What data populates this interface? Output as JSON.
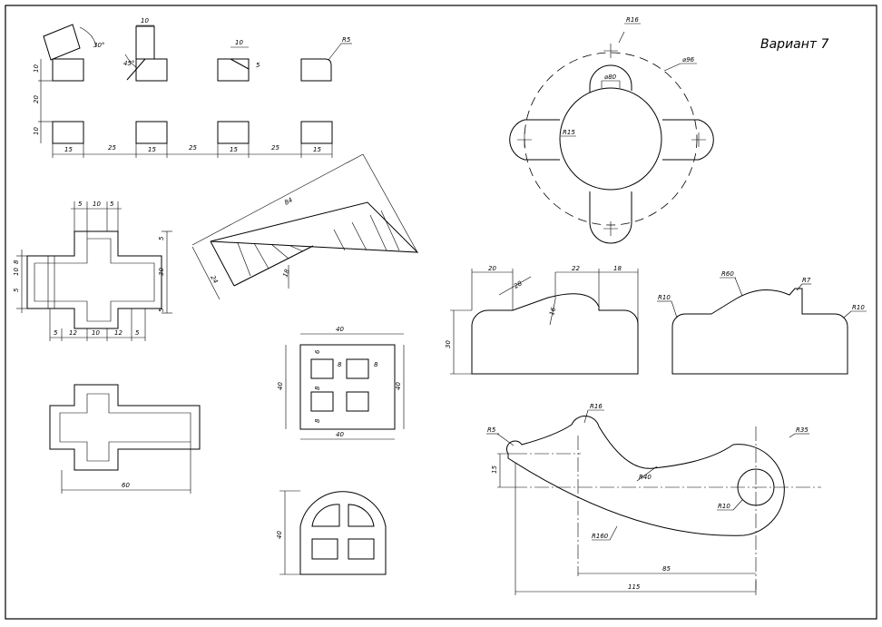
{
  "title": "Вариант 7",
  "colors": {
    "ink": "#000000",
    "paper": "#ffffff"
  },
  "fig1": {
    "d_10": "10",
    "d_30deg": "30°",
    "d_45deg": "45°",
    "d_10b": "10",
    "d_5": "5",
    "d_r5": "R5",
    "d_10v": "10",
    "d_20v": "20",
    "d_10v2": "10",
    "d_15a": "15",
    "d_25a": "25",
    "d_15b": "15",
    "d_25b": "25",
    "d_15c": "15",
    "d_25c": "25",
    "d_15d": "15"
  },
  "fig2": {
    "d5a": "5",
    "d10a": "10",
    "d5b": "5",
    "d5r": "5",
    "d30": "30",
    "d5r2": "5",
    "d8": "8",
    "d10l": "10",
    "d5l": "5",
    "b5a": "5",
    "b12a": "12",
    "b10": "10",
    "b12b": "12",
    "b5b": "5"
  },
  "fig3": {
    "d84": "84",
    "d24": "24",
    "d18": "18"
  },
  "fig4": {
    "d40t": "40",
    "d40l": "40",
    "d40r": "40",
    "d40b": "40",
    "d6a": "6",
    "d8a": "8",
    "d8b": "8",
    "d8c": "8",
    "d8d": "8"
  },
  "fig5": {
    "d60": "60"
  },
  "fig6": {
    "d40": "40"
  },
  "fig7": {
    "r16": "R16",
    "d80": "⌀80",
    "d96": "⌀96",
    "r15": "R15"
  },
  "fig8": {
    "d20": "20",
    "d28": "28",
    "d22": "22",
    "d18": "18",
    "d30": "30",
    "d16": "16"
  },
  "fig9": {
    "r60": "R60",
    "r7": "R7",
    "r10a": "R10",
    "r10b": "R10"
  },
  "fig10": {
    "r5": "R5",
    "r16": "R16",
    "r35": "R35",
    "r40": "R40",
    "d15": "15",
    "r10": "R10",
    "r160": "R160",
    "d85": "85",
    "d115": "115"
  }
}
